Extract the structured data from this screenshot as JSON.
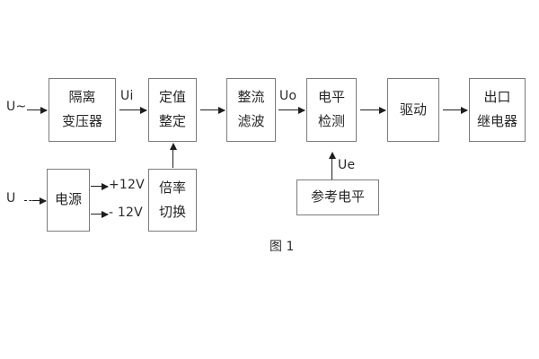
{
  "figure": {
    "caption": "图 1",
    "background_color": "#ffffff",
    "box_border_color": "#7b7b7b",
    "arrow_color": "#1e1e1e",
    "text_color": "#262626"
  },
  "signal_chain": {
    "input_label": "U~",
    "blocks": [
      {
        "id": "isolation-transformer",
        "line1": "隔离",
        "line2": "变压器"
      },
      {
        "id": "setting-value",
        "line1": "定值",
        "line2": "整定"
      },
      {
        "id": "rectify-filter",
        "line1": "整流",
        "line2": "滤波"
      },
      {
        "id": "level-detection",
        "line1": "电平",
        "line2": "检测"
      },
      {
        "id": "drive",
        "line1": "驱动",
        "line2": ""
      },
      {
        "id": "output-relay",
        "line1": "出口",
        "line2": "继电器"
      }
    ],
    "signal_labels": {
      "ui": "Ui",
      "uo": "Uo",
      "ue": "Ue"
    }
  },
  "power_section": {
    "input_label": "U",
    "supply_block": {
      "id": "power-supply",
      "line1": "电源",
      "line2": ""
    },
    "rails": [
      {
        "id": "rail-positive",
        "label": "+12V"
      },
      {
        "id": "rail-negative",
        "label": "- 12V"
      }
    ],
    "multiplier_block": {
      "id": "multiplier-switch",
      "line1": "倍率",
      "line2": "切换"
    }
  },
  "reference_section": {
    "block": {
      "id": "reference-level",
      "line1": "参考电平",
      "line2": ""
    },
    "signal_label": "Ue"
  }
}
